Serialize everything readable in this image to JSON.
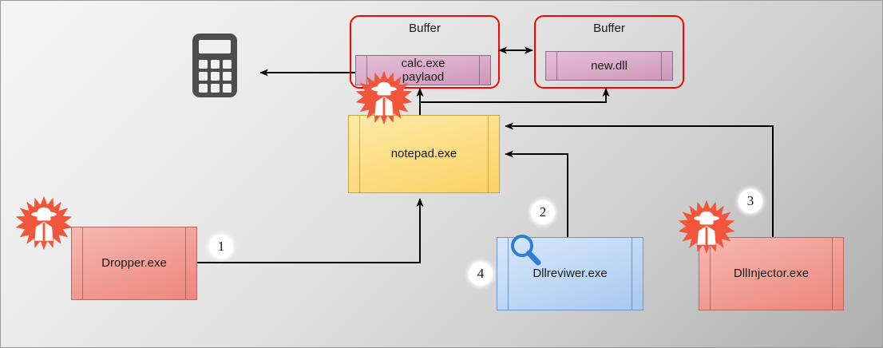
{
  "diagram": {
    "title": "dll-injection-flow",
    "background_colors": {
      "gradient_light": "#f5f5f5",
      "gradient_dark": "#aeaeae",
      "border": "#9a9a9a"
    },
    "accent_colors": {
      "buffer_outline": "#ff0000",
      "malware_icon": "#f2563a",
      "process_red": "#ee867c",
      "process_blue": "#a8c8ee",
      "process_yellow": "#fbd264",
      "process_purple": "#cf96bb",
      "connector": "#000000"
    }
  },
  "nodes": {
    "calculator": {
      "icon": "calculator-icon"
    },
    "buffer_left": {
      "title": "Buffer",
      "content": "calc.exe\npaylaod"
    },
    "buffer_right": {
      "title": "Buffer",
      "content": "new.dll"
    },
    "notepad": {
      "label": "notepad.exe"
    },
    "dropper": {
      "label": "Dropper.exe"
    },
    "dllreviwer": {
      "label": "Dllreviwer.exe",
      "icon": "magnifier-icon"
    },
    "dllinjector": {
      "label": "DllInjector.exe"
    }
  },
  "badges": [
    {
      "id": "badge-1",
      "label": "1"
    },
    {
      "id": "badge-2",
      "label": "2"
    },
    {
      "id": "badge-3",
      "label": "3"
    },
    {
      "id": "badge-4",
      "label": "4"
    }
  ],
  "malware_icons": [
    {
      "id": "malware-icon-buffer-left"
    },
    {
      "id": "malware-icon-dropper"
    },
    {
      "id": "malware-icon-dllinjector"
    }
  ]
}
